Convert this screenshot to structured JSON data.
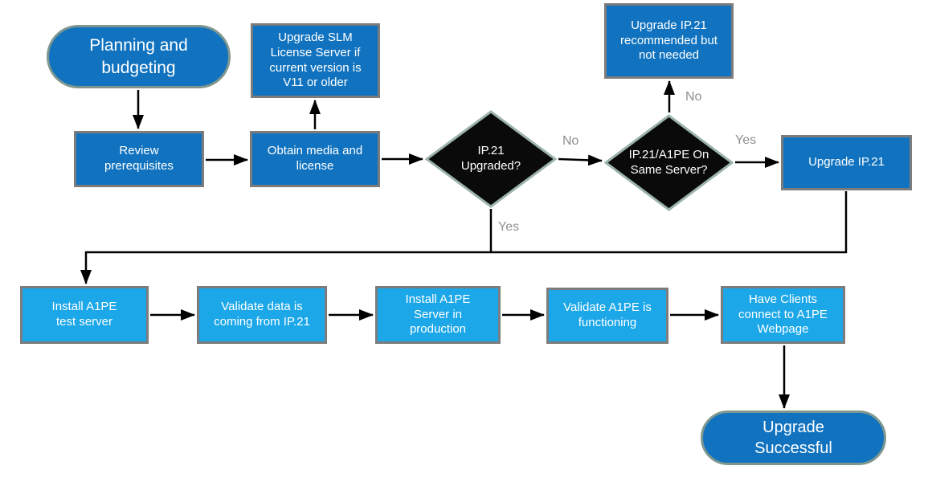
{
  "diagram": {
    "type": "flowchart",
    "colors": {
      "process_blue": "#1173BF",
      "process_cyan": "#1BA7E8",
      "decision_fill": "#0A0A0A",
      "rect_border": "#7C7C7C",
      "terminator_border": "#7E968F",
      "decision_border": "#9BB3AC",
      "connector": "#000000",
      "edge_label": "#8F8F8F",
      "node_text": "#FFFFFF"
    },
    "nodes": {
      "start": {
        "label": "Planning and budgeting",
        "shape": "terminator"
      },
      "slm": {
        "label": "Upgrade SLM License Server if current version is V11 or older",
        "shape": "process"
      },
      "review": {
        "label": "Review prerequisites",
        "shape": "process"
      },
      "obtain": {
        "label": "Obtain media and license",
        "shape": "process"
      },
      "d1": {
        "label": "IP.21 Upgraded?",
        "shape": "decision"
      },
      "d2": {
        "label": "IP.21/A1PE On Same Server?",
        "shape": "decision"
      },
      "rec": {
        "label": "Upgrade IP.21 recommended but not needed",
        "shape": "process"
      },
      "up21": {
        "label": "Upgrade IP.21",
        "shape": "process"
      },
      "b1": {
        "label": "Install A1PE test server",
        "shape": "process"
      },
      "b2": {
        "label": "Validate data is coming from IP.21",
        "shape": "process"
      },
      "b3": {
        "label": "Install A1PE Server in production",
        "shape": "process"
      },
      "b4": {
        "label": "Validate A1PE is functioning",
        "shape": "process"
      },
      "b5": {
        "label": "Have Clients connect to A1PE Webpage",
        "shape": "process"
      },
      "end": {
        "label": "Upgrade Successful",
        "shape": "terminator"
      }
    },
    "edge_labels": {
      "d1_no": "No",
      "d1_yes": "Yes",
      "d2_no": "No",
      "d2_yes": "Yes"
    }
  }
}
